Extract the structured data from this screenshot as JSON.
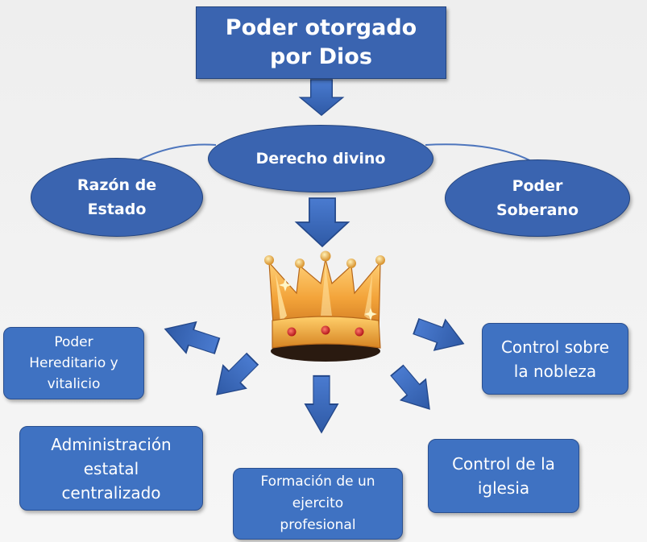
{
  "diagram": {
    "title": "Poder otorgado\npor Dios",
    "center_ellipse": "Derecho divino",
    "left_ellipse": "Razón de\nEstado",
    "right_ellipse": "Poder\nSoberano",
    "boxes": {
      "hereditario": "Poder\nHereditario y\nvitalicio",
      "control_nobleza": "Control sobre\nla nobleza",
      "administracion": "Administración\nestatal\ncentralizado",
      "control_iglesia": "Control de la\niglesia",
      "ejercito": "Formación de un\nejercito\nprofesional"
    }
  },
  "colors": {
    "box_blue": "#3a64b0",
    "box_light_blue": "#3f72c2",
    "crown_gold": "#f2a33a",
    "crown_gem": "#d8262b"
  },
  "icons": {
    "crown": "crown-icon",
    "arrows": "arrow-icon"
  }
}
